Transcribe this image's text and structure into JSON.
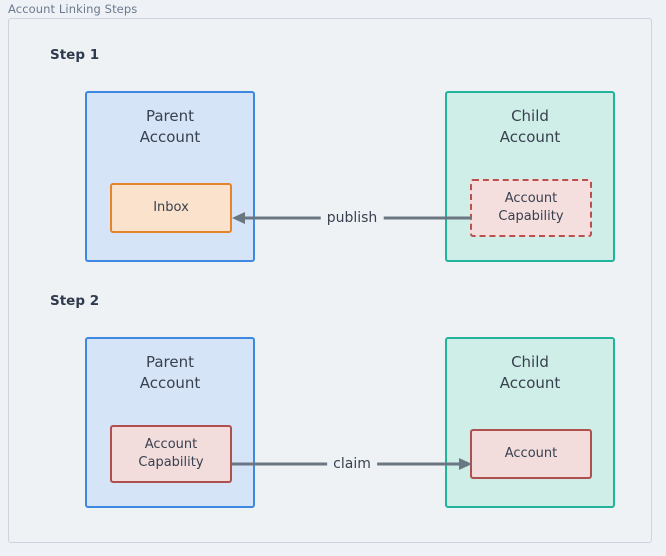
{
  "frame": {
    "title": "Account Linking Steps"
  },
  "colors": {
    "background": "#eef1f5",
    "frame_border": "#ccd4de",
    "frame_title_text": "#6b7a8d",
    "parent_fill": "#d6e4f7",
    "parent_border": "#3d88e0",
    "child_fill": "#cfeee7",
    "child_border": "#22b49a",
    "inbox_fill": "#fbe2cc",
    "inbox_border": "#e5842a",
    "capability_fill": "#f4dede",
    "capability_border": "#b9524f",
    "arrow": "#6b7683",
    "text": "#38414f",
    "step_label_text": "#2e3a4d"
  },
  "steps": [
    {
      "label": "Step 1",
      "parent": {
        "title": "Parent\nAccount",
        "inner": {
          "label": "Inbox",
          "border_style": "solid"
        }
      },
      "child": {
        "title": "Child\nAccount",
        "inner": {
          "label": "Account\nCapability",
          "border_style": "dashed"
        }
      },
      "arrow": {
        "label": "publish",
        "direction": "right-to-left"
      }
    },
    {
      "label": "Step 2",
      "parent": {
        "title": "Parent\nAccount",
        "inner": {
          "label": "Account\nCapability",
          "border_style": "solid"
        }
      },
      "child": {
        "title": "Child\nAccount",
        "inner": {
          "label": "Account",
          "border_style": "solid"
        }
      },
      "arrow": {
        "label": "claim",
        "direction": "left-to-right"
      }
    }
  ]
}
